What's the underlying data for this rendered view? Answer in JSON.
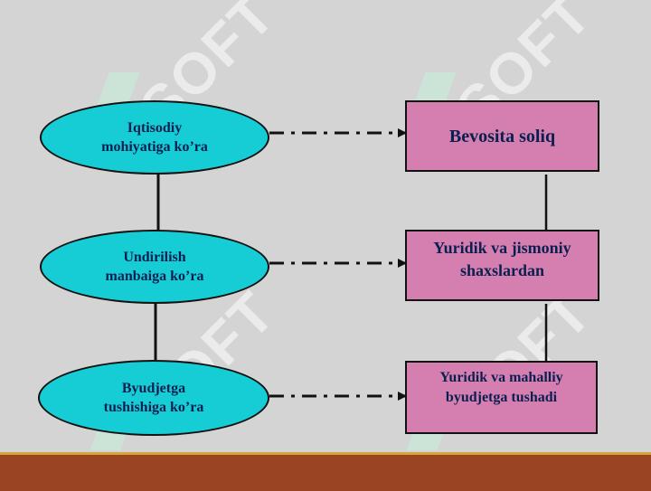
{
  "watermark": "SOFT",
  "colors": {
    "background": "#d4d4d4",
    "ellipse_fill": "#16cdd6",
    "box_fill": "#d57fb0",
    "text": "#0a1f50",
    "footer": "#9b4422",
    "footer_line": "#d3a73e"
  },
  "criteria": [
    {
      "line1": "Iqtisodiy",
      "line2": "mohiyatiga ko’ra"
    },
    {
      "line1": "Undirilish",
      "line2": "manbaiga ko’ra"
    },
    {
      "line1": "Byudjetga",
      "line2": "tushishiga ko’ra"
    }
  ],
  "results": [
    {
      "line1": "Bevosita soliq",
      "line2": ""
    },
    {
      "line1": "Yuridik va jismoniy",
      "line2": "shaxslardan"
    },
    {
      "line1": "Yuridik va mahalliy",
      "line2": "byudjetga tushadi"
    }
  ]
}
